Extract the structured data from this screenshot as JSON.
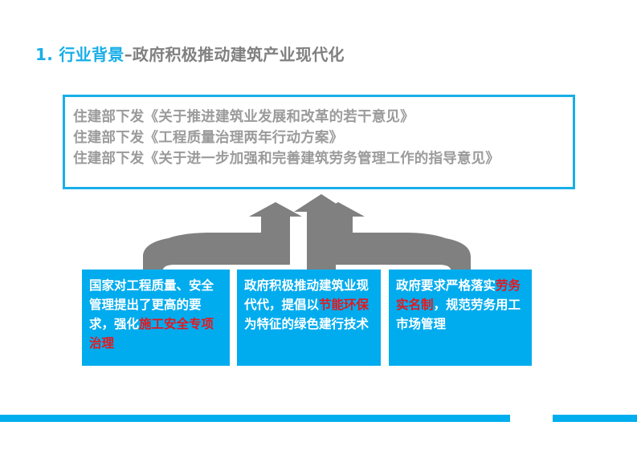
{
  "slide": {
    "title": {
      "number": "1.",
      "accent": "行业背景",
      "rest": "–政府积极推动建筑产业现代化"
    },
    "policy_box": {
      "lines": [
        "住建部下发《关于推进建筑业发展和改革的若干意见》",
        "住建部下发《工程质量治理两年行动方案》",
        "住建部下发《关于进一步加强和完善建筑劳务管理工作的指导意见》"
      ],
      "border_color": "#18AEE8",
      "text_color": "#9b9b9b"
    },
    "drivers": [
      {
        "id": "quality-safety",
        "segments": [
          {
            "text": "国家对工程质量、安全管理提出了更高的要求，强化",
            "highlight": false
          },
          {
            "text": "施工安全专项治理",
            "highlight": true
          }
        ]
      },
      {
        "id": "green-building",
        "segments": [
          {
            "text": "政府积极推动建筑业现代代，提倡以",
            "highlight": false
          },
          {
            "text": "节能环保",
            "highlight": true
          },
          {
            "text": "为特征的绿色建行技术",
            "highlight": false
          }
        ]
      },
      {
        "id": "labor-realname",
        "segments": [
          {
            "text": "政府要求严格落实",
            "highlight": false
          },
          {
            "text": "劳务实名制",
            "highlight": true
          },
          {
            "text": "，规范劳务用工市场管理",
            "highlight": false
          }
        ]
      }
    ],
    "arrows": {
      "count": 3,
      "color": "#808080",
      "direction": "up"
    },
    "decor": {
      "bar_color": "#00AEEF",
      "bar_count": 2
    },
    "colors": {
      "accent_blue": "#18AEE8",
      "box_blue": "#00ACEE",
      "highlight_red": "#E8161C",
      "gray_text": "#808080",
      "arrow_gray": "#808080",
      "background": "#ffffff"
    }
  }
}
